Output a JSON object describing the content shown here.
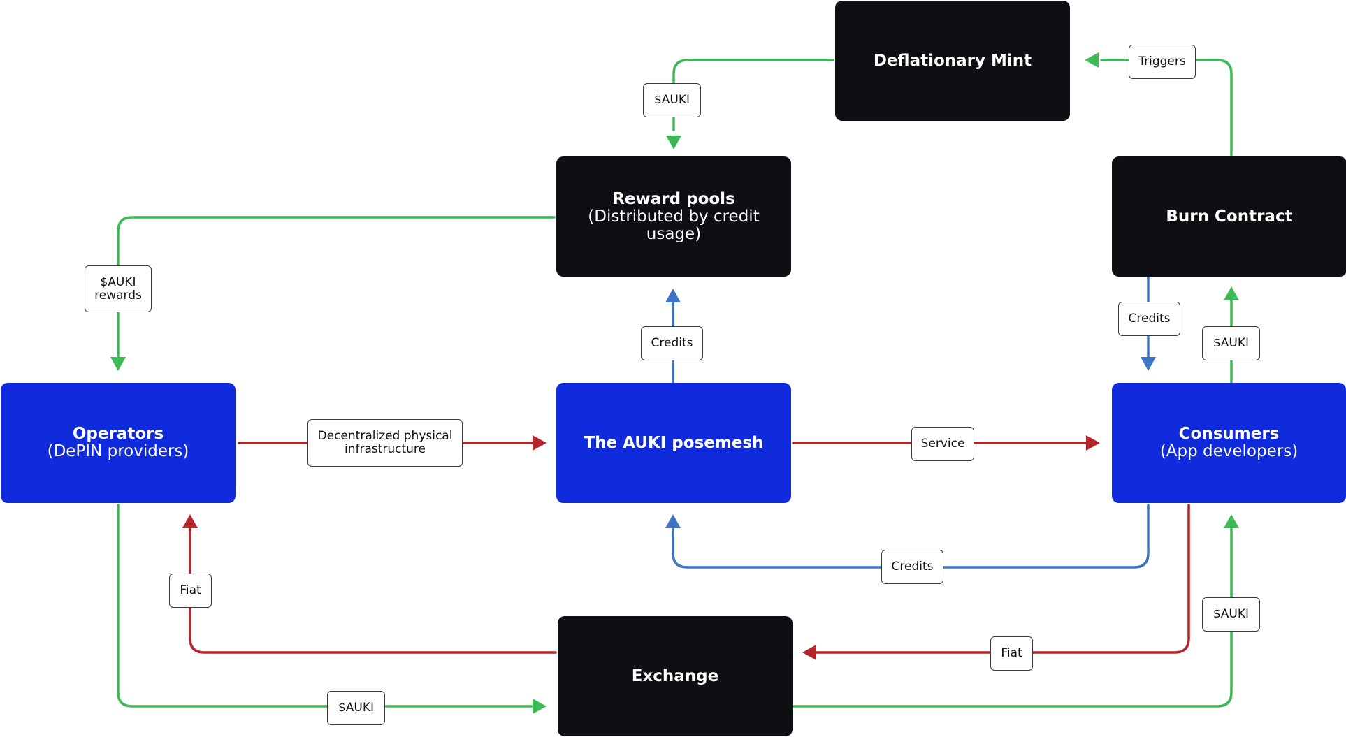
{
  "colors": {
    "dark_node": "#0e0f12",
    "blue_node": "#0f2bdc",
    "green": "#3cba54",
    "red": "#b4262b",
    "blue_edge": "#3d74c4"
  },
  "nodes": {
    "deflationary_mint": {
      "title": "Deflationary Mint"
    },
    "reward_pools": {
      "title": "Reward pools",
      "subtitle": "(Distributed by credit usage)"
    },
    "burn_contract": {
      "title": "Burn Contract"
    },
    "operators": {
      "title": "Operators",
      "subtitle": "(DePIN providers)"
    },
    "posemesh": {
      "title": "The AUKI posemesh"
    },
    "consumers": {
      "title": "Consumers",
      "subtitle": "(App developers)"
    },
    "exchange": {
      "title": "Exchange"
    }
  },
  "edges": {
    "mint_to_rewards": {
      "label": "$AUKI",
      "color": "green"
    },
    "burn_triggers_mint": {
      "label": "Triggers",
      "color": "green"
    },
    "rewards_to_operators": {
      "label_line1": "$AUKI",
      "label_line2": "rewards",
      "color": "green"
    },
    "posemesh_to_rewards": {
      "label": "Credits",
      "color": "blue"
    },
    "burn_to_consumers": {
      "label": "Credits",
      "color": "blue"
    },
    "consumers_to_burn": {
      "label": "$AUKI",
      "color": "green"
    },
    "operators_to_posemesh": {
      "label_line1": "Decentralized physical",
      "label_line2": "infrastructure",
      "color": "red"
    },
    "posemesh_to_consumers": {
      "label": "Service",
      "color": "red"
    },
    "consumers_to_posemesh": {
      "label": "Credits",
      "color": "blue"
    },
    "exchange_to_operators": {
      "label": "Fiat",
      "color": "red"
    },
    "exchange_to_consumers": {
      "label": "$AUKI",
      "color": "green"
    },
    "consumers_to_exchange": {
      "label": "Fiat",
      "color": "red"
    },
    "operators_to_exchange": {
      "label": "$AUKI",
      "color": "green"
    }
  }
}
